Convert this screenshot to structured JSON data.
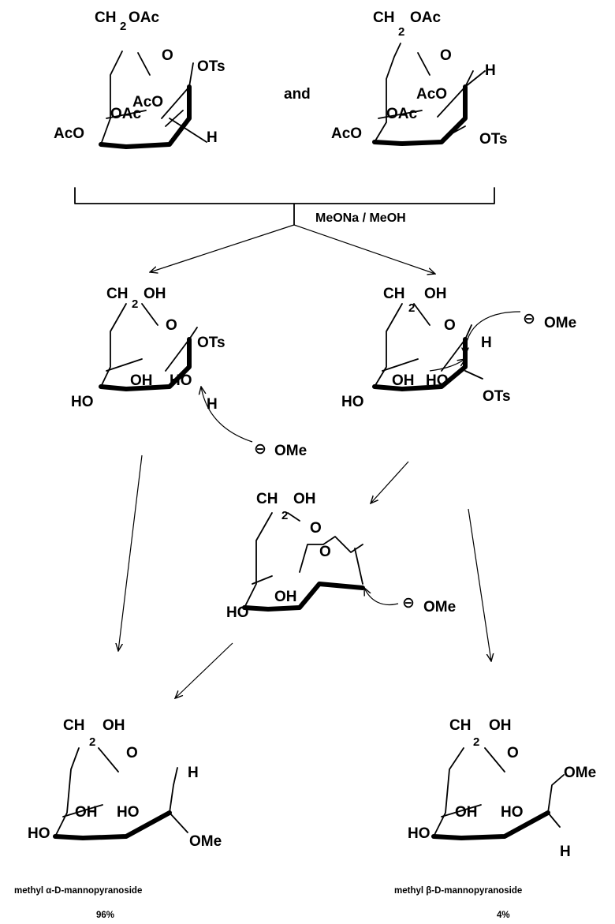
{
  "reagent": "MeONa / MeOH",
  "conjunction": "and",
  "labels": {
    "ch2_oac": "CH",
    "ch2_oh": "CH",
    "sub2": "2",
    "oac": "OAc",
    "aco": "AcO",
    "oh": "OH",
    "ho": "HO",
    "ring_o": "O",
    "ots": "OTs",
    "h": "H",
    "ome": "OMe",
    "minus": "⊖"
  },
  "products": {
    "alpha": {
      "name": "methyl  α-D-mannopyranoside",
      "yield": "96%"
    },
    "beta": {
      "name": "methyl  β-D-mannopyranoside",
      "yield": "4%"
    }
  }
}
